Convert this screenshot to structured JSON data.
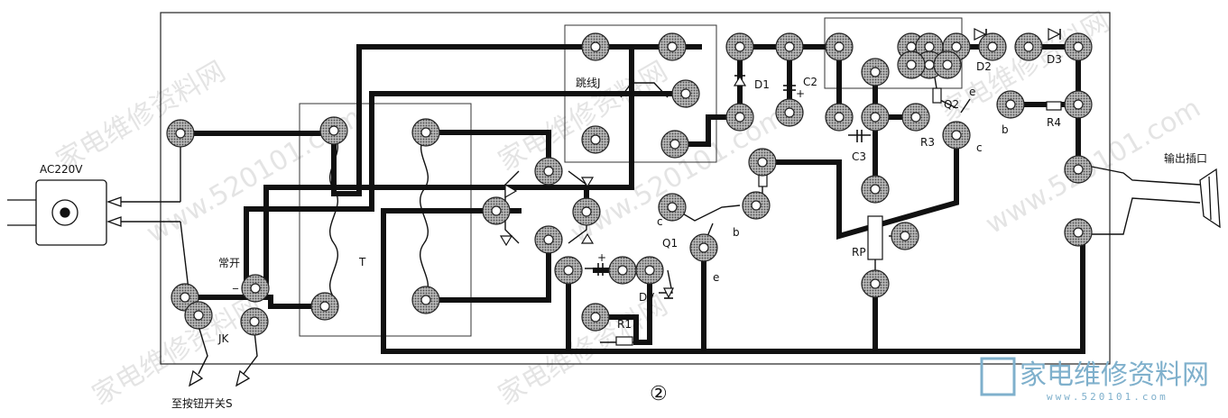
{
  "labels": {
    "ac_input": "AC220V",
    "normally_open": "常开",
    "jack": "JK",
    "to_switch": "至按钮开关S",
    "transformer": "T",
    "jumper": "跳线J",
    "d1": "D1",
    "c2": "C2",
    "c3": "C3",
    "r3": "R3",
    "q2": "Q2",
    "d2": "D2",
    "d3": "D3",
    "r4": "R4",
    "e_q2": "e",
    "b_q2": "b",
    "c_q2": "c",
    "q1": "Q1",
    "c_q1": "c",
    "b_q1": "b",
    "e_q1": "e",
    "rp": "RP",
    "dv": "DV",
    "r1": "R1",
    "output_socket": "输出插口",
    "plus_c2": "+",
    "plus_c": "+",
    "minus_jk": "_",
    "figure_number": "②"
  },
  "watermark": {
    "text_cn": "家电维修资料网",
    "text_url": "www.520101.com",
    "logo_cn": "家电维修资料网",
    "logo_url": "www.520101.com"
  },
  "colors": {
    "trace": "#111111",
    "pad_fill": "#9a9a9a",
    "watermark": "#cfcfcf",
    "logo": "#7fb0cc"
  }
}
